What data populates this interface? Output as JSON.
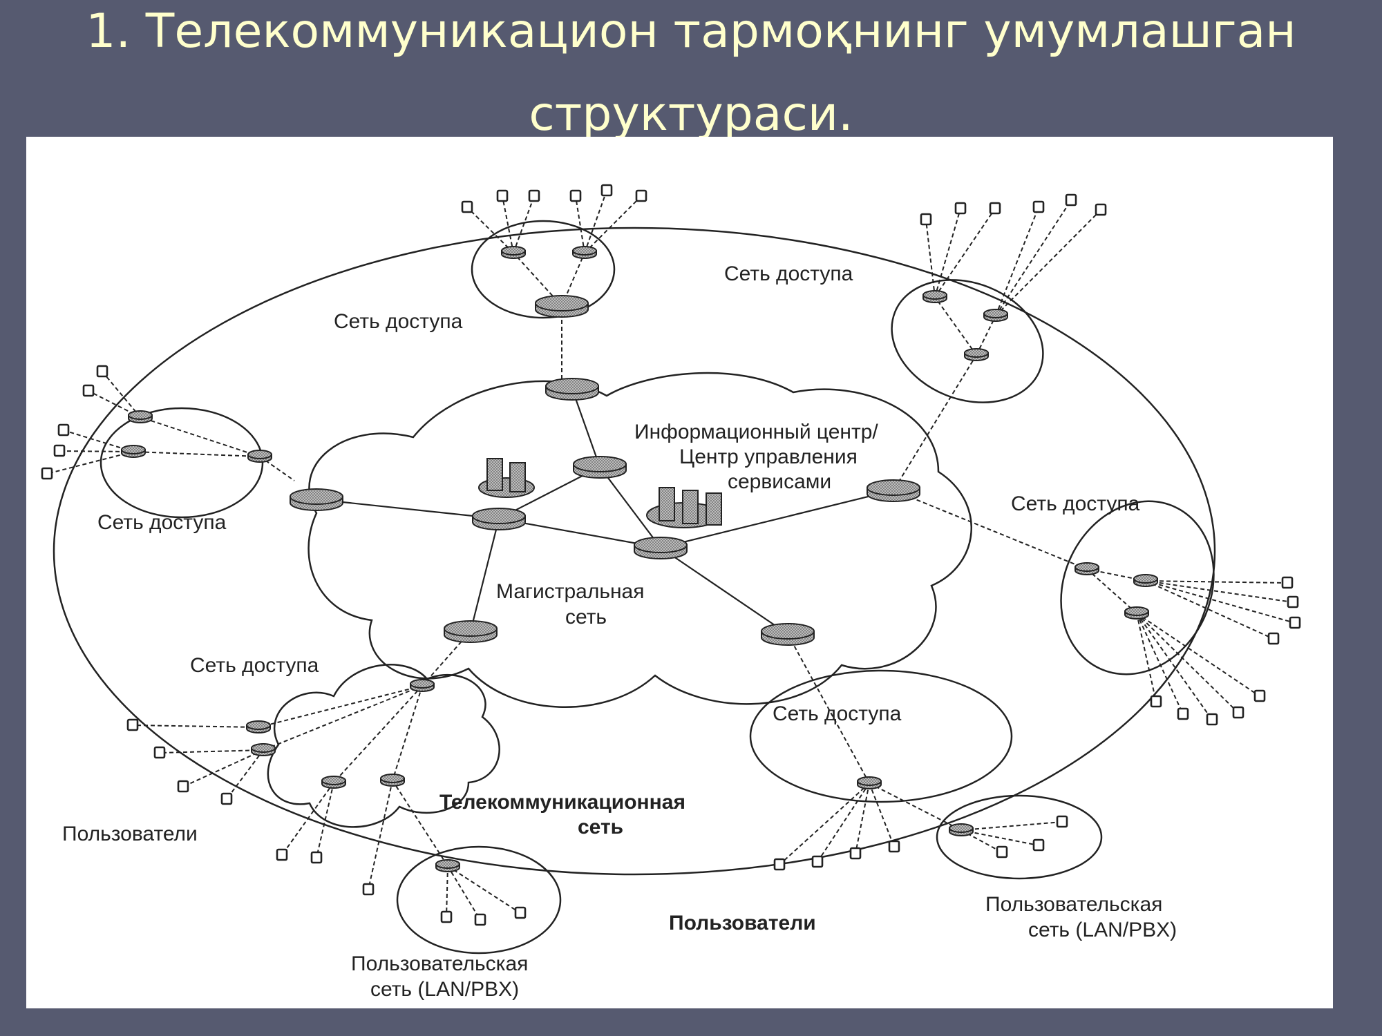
{
  "slide": {
    "title_line1": "1. Телекоммуникацион тармоқнинг умумлашган",
    "title_line2": "структураси."
  },
  "colors": {
    "background": "#565a70",
    "title": "#ffffcc",
    "panel": "#ffffff",
    "ink": "#222222",
    "node_fill": "#a9a9a9"
  },
  "diagram": {
    "labels": {
      "access_top": "Сеть доступа",
      "access_top_right": "Сеть доступа",
      "access_left": "Сеть доступа",
      "access_right": "Сеть доступа",
      "access_bottom_left": "Сеть доступа",
      "access_bottom": "Сеть доступа",
      "info_center_line1": "Информационный центр/",
      "info_center_line2": "Центр управления",
      "info_center_line3": "сервисами",
      "backbone_line1": "Магистральная",
      "backbone_line2": "сеть",
      "telecom_line1": "Телекоммуникационная",
      "telecom_line2": "сеть",
      "users_left": "Пользователи",
      "users_bottom": "Пользователи",
      "user_net_left_line1": "Пользовательская",
      "user_net_left_line2": "сеть (LAN/PBX)",
      "user_net_right_line1": "Пользовательская",
      "user_net_right_line2": "сеть (LAN/PBX)"
    }
  }
}
